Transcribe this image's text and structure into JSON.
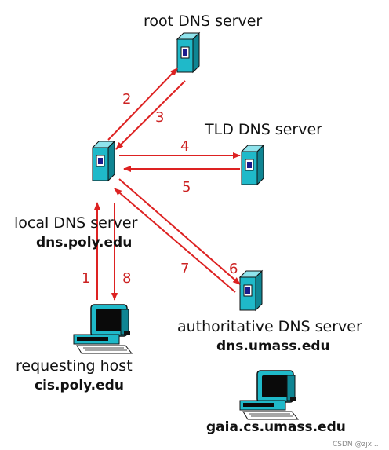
{
  "nodes": {
    "root": {
      "label": "root DNS server"
    },
    "tld": {
      "label": "TLD DNS server"
    },
    "local": {
      "label": "local DNS server",
      "host": "dns.poly.edu"
    },
    "auth": {
      "label": "authoritative DNS server",
      "host": "dns.umass.edu"
    },
    "requester": {
      "label": "requesting host",
      "host": "cis.poly.edu"
    },
    "target": {
      "host": "gaia.cs.umass.edu"
    }
  },
  "steps": [
    "1",
    "2",
    "3",
    "4",
    "5",
    "6",
    "7",
    "8"
  ],
  "colors": {
    "arrow": "#dd2222",
    "server_body": "#1fb9c9",
    "screen": "#1a1a8c"
  },
  "watermark": "CSDN @zjx..."
}
